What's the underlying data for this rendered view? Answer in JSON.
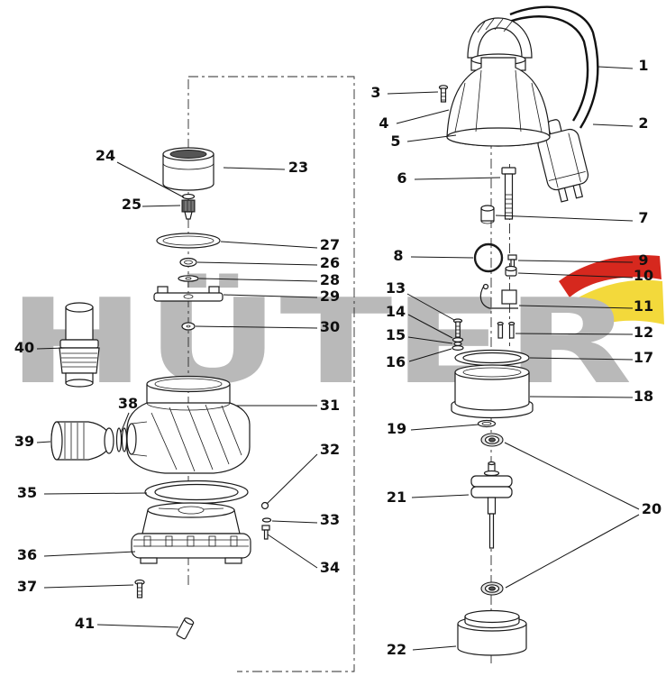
{
  "watermark": {
    "brand": "HÜTER",
    "text_color": "#b9b9b9",
    "accent_red": "#d6281e",
    "accent_yellow": "#f3d93b"
  },
  "parts": {
    "p1": "1",
    "p2": "2",
    "p3": "3",
    "p4": "4",
    "p5": "5",
    "p6": "6",
    "p7": "7",
    "p8": "8",
    "p9": "9",
    "p10": "10",
    "p11": "11",
    "p12": "12",
    "p13": "13",
    "p14": "14",
    "p15": "15",
    "p16": "16",
    "p17": "17",
    "p18": "18",
    "p19": "19",
    "p20": "20",
    "p21": "21",
    "p22": "22",
    "p23": "23",
    "p24": "24",
    "p25": "25",
    "p26": "26",
    "p27": "27",
    "p28": "28",
    "p29": "29",
    "p30": "30",
    "p31": "31",
    "p32": "32",
    "p33": "33",
    "p34": "34",
    "p35": "35",
    "p36": "36",
    "p37": "37",
    "p38": "38",
    "p39": "39",
    "p40": "40",
    "p41": "41"
  }
}
